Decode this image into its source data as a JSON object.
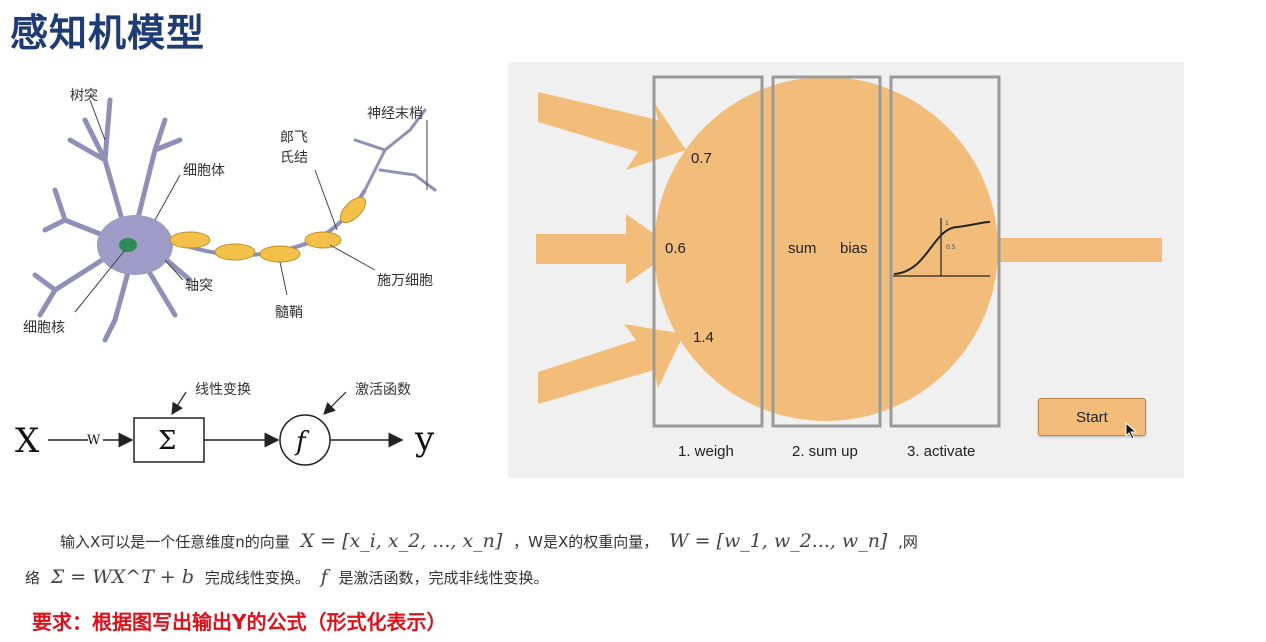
{
  "title": "感知机模型",
  "neuron_labels": {
    "dendrite": "树突",
    "cell_body": "细胞体",
    "nucleus": "细胞核",
    "axon": "轴突",
    "myelin": "髓鞘",
    "ranvier_1": "郎飞",
    "ranvier_2": "氏结",
    "terminal": "神经末梢",
    "schwann": "施万细胞"
  },
  "flow": {
    "x": "X",
    "w": "W",
    "sum_symbol": "Σ",
    "f": "f",
    "y": "y",
    "linear_label": "线性变换",
    "activation_label": "激活函数"
  },
  "demo": {
    "weights": [
      "0.7",
      "0.6",
      "1.4"
    ],
    "sum_label": "sum",
    "bias_label": "bias",
    "sigmoid_tick_top": "1",
    "sigmoid_tick_mid": "0.5",
    "steps": [
      "1. weigh",
      "2. sum up",
      "3. activate"
    ],
    "start_label": "Start",
    "colors": {
      "orange": "#f2bd7a",
      "panel": "#f0f0f0",
      "frame": "#9a9a9a"
    }
  },
  "paragraph": {
    "p1_a": "输入X可以是一个任意维度n的向量",
    "math_x": "X = [x_i, x_2, ..., x_n]",
    "p1_b": "，W是X的权重向量，",
    "math_w": "W = [w_1, w_2..., w_n]",
    "p1_c": ",网",
    "p2_a": "络",
    "math_sum": "Σ = WX^T + b",
    "p2_b": "完成线性变换。",
    "math_f": "f",
    "p2_c": "是激活函数，完成非线性变换。"
  },
  "requirement": "要求：根据图写出输出Y的公式（形式化表示）"
}
